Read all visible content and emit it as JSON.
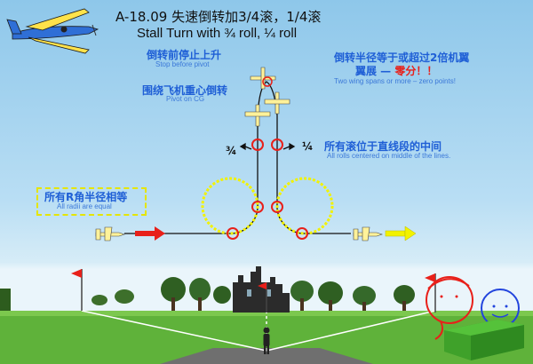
{
  "title": {
    "code": "A-18.09",
    "cn": "失速倒转加3/4滚，1/4滚",
    "en": "Stall Turn with ¾ roll, ¼ roll"
  },
  "notes": {
    "stop_cn": "倒转前停止上升",
    "stop_en": "Stop before pivot",
    "pivot_cn": "围绕飞机重心倒转",
    "pivot_en": "Pivot on CG",
    "radius_cn_a": "倒转半径等于或超过2倍机翼",
    "radius_cn_b": "翼展 —",
    "radius_cn_zero": "零分！！",
    "radius_en": "Two wing spans or more – zero points!",
    "rolls_cn": "所有滚位于直线段的中间",
    "rolls_en": "All rolls centered on middle of the lines.",
    "radii_cn": "所有R角半径相等",
    "radii_en": "All radii are equal"
  },
  "roll_labels": {
    "left": "¾",
    "right": "¼"
  },
  "colors": {
    "sky": "#8ec7ea",
    "grass": "#5fb23a",
    "path": "#111111",
    "loop": "#f2f200",
    "roll_marker": "#e8201a",
    "cn_text": "#1f5fd6",
    "en_text": "#3b78d8",
    "entry_arrow": "#e8201a",
    "exit_arrow": "#f2f200"
  },
  "icons": [
    "aerobatic-plane-icon",
    "entry-arrow-icon",
    "exit-arrow-icon",
    "flag-icon",
    "pilot-icon",
    "judge-red-icon",
    "judge-blue-icon",
    "castle-icon"
  ]
}
